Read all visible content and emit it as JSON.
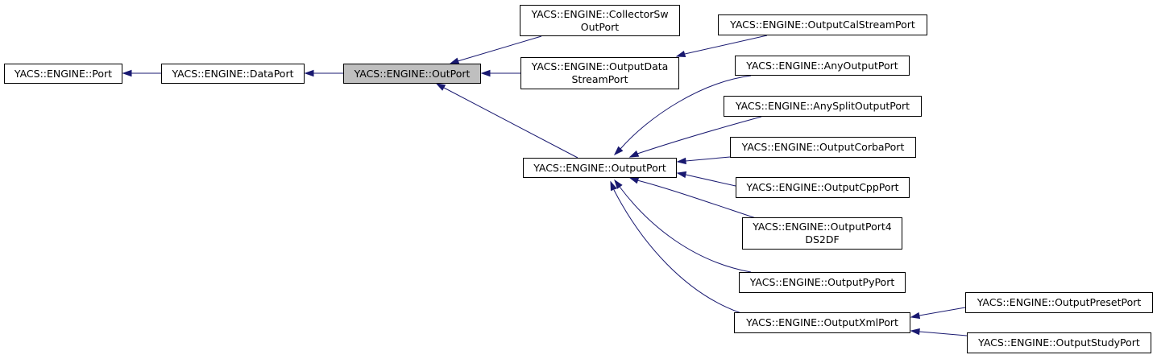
{
  "colors": {
    "edge": "#191970",
    "current_fill": "#bfbfbf",
    "node_fill": "#ffffff",
    "node_border": "#000000"
  },
  "nodes": {
    "port": {
      "lines": [
        "YACS::ENGINE::Port"
      ]
    },
    "dataport": {
      "lines": [
        "YACS::ENGINE::DataPort"
      ]
    },
    "outport": {
      "lines": [
        "YACS::ENGINE::OutPort"
      ]
    },
    "collectorsw": {
      "lines": [
        "YACS::ENGINE::CollectorSw",
        "OutPort"
      ]
    },
    "outputdatastream": {
      "lines": [
        "YACS::ENGINE::OutputData",
        "StreamPort"
      ]
    },
    "outputcalstream": {
      "lines": [
        "YACS::ENGINE::OutputCalStreamPort"
      ]
    },
    "outputport": {
      "lines": [
        "YACS::ENGINE::OutputPort"
      ]
    },
    "anyoutput": {
      "lines": [
        "YACS::ENGINE::AnyOutputPort"
      ]
    },
    "anysplit": {
      "lines": [
        "YACS::ENGINE::AnySplitOutputPort"
      ]
    },
    "corba": {
      "lines": [
        "YACS::ENGINE::OutputCorbaPort"
      ]
    },
    "cpp": {
      "lines": [
        "YACS::ENGINE::OutputCppPort"
      ]
    },
    "ds2df": {
      "lines": [
        "YACS::ENGINE::OutputPort4",
        "DS2DF"
      ]
    },
    "py": {
      "lines": [
        "YACS::ENGINE::OutputPyPort"
      ]
    },
    "xml": {
      "lines": [
        "YACS::ENGINE::OutputXmlPort"
      ]
    },
    "preset": {
      "lines": [
        "YACS::ENGINE::OutputPresetPort"
      ]
    },
    "study": {
      "lines": [
        "YACS::ENGINE::OutputStudyPort"
      ]
    }
  },
  "edges": [
    {
      "from": "dataport",
      "to": "port"
    },
    {
      "from": "outport",
      "to": "dataport"
    },
    {
      "from": "collectorsw",
      "to": "outport"
    },
    {
      "from": "outputdatastream",
      "to": "outport"
    },
    {
      "from": "outputport",
      "to": "outport"
    },
    {
      "from": "outputcalstream",
      "to": "outputdatastream"
    },
    {
      "from": "anyoutput",
      "to": "outputport"
    },
    {
      "from": "anysplit",
      "to": "outputport"
    },
    {
      "from": "corba",
      "to": "outputport"
    },
    {
      "from": "cpp",
      "to": "outputport"
    },
    {
      "from": "ds2df",
      "to": "outputport"
    },
    {
      "from": "py",
      "to": "outputport"
    },
    {
      "from": "xml",
      "to": "outputport"
    },
    {
      "from": "preset",
      "to": "xml"
    },
    {
      "from": "study",
      "to": "xml"
    }
  ]
}
